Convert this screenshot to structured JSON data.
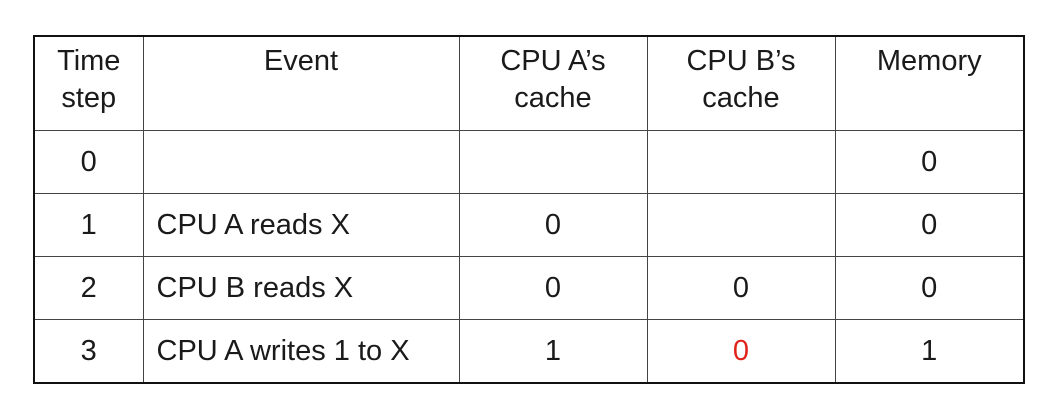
{
  "table": {
    "headers": [
      {
        "line1": "Time",
        "line2": "step"
      },
      {
        "line1": "Event",
        "line2": ""
      },
      {
        "line1": "CPU A’s",
        "line2": "cache"
      },
      {
        "line1": "CPU B’s",
        "line2": "cache"
      },
      {
        "line1": "Memory",
        "line2": ""
      }
    ],
    "rows": [
      {
        "step": "0",
        "event": "",
        "cpu_a": "",
        "cpu_b": "",
        "memory": "0"
      },
      {
        "step": "1",
        "event": "CPU A reads X",
        "cpu_a": "0",
        "cpu_b": "",
        "memory": "0"
      },
      {
        "step": "2",
        "event": "CPU B reads X",
        "cpu_a": "0",
        "cpu_b": "0",
        "memory": "0"
      },
      {
        "step": "3",
        "event": "CPU A writes 1 to X",
        "cpu_a": "1",
        "cpu_b": "0",
        "memory": "1"
      }
    ],
    "highlight_color": "#e0241b",
    "highlighted_cell": "rows.3.cpu_b"
  }
}
